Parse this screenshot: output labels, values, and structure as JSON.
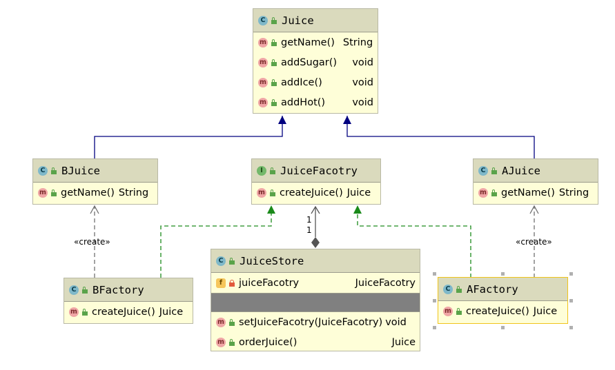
{
  "classes": {
    "juice": {
      "kind_icon": "class-icon",
      "kind_letter": "C",
      "name": "Juice",
      "members": [
        {
          "icon_letter": "m",
          "name": "getName()",
          "type": "String"
        },
        {
          "icon_letter": "m",
          "name": "addSugar()",
          "type": "void"
        },
        {
          "icon_letter": "m",
          "name": "addIce()",
          "type": "void"
        },
        {
          "icon_letter": "m",
          "name": "addHot()",
          "type": "void"
        }
      ]
    },
    "bjuice": {
      "kind_letter": "C",
      "name": "BJuice",
      "members": [
        {
          "icon_letter": "m",
          "name": "getName()",
          "type": "String"
        }
      ]
    },
    "juicefacotry": {
      "kind_letter": "I",
      "name": "JuiceFacotry",
      "members": [
        {
          "icon_letter": "m",
          "name": "createJuice()",
          "type": "Juice"
        }
      ]
    },
    "ajuice": {
      "kind_letter": "C",
      "name": "AJuice",
      "members": [
        {
          "icon_letter": "m",
          "name": "getName()",
          "type": "String"
        }
      ]
    },
    "juicestore": {
      "kind_letter": "C",
      "name": "JuiceStore",
      "fields": [
        {
          "icon_letter": "f",
          "name": "juiceFacotry",
          "type": "JuiceFacotry"
        }
      ],
      "members": [
        {
          "icon_letter": "m",
          "name": "setJuiceFacotry(JuiceFacotry)",
          "type": "void"
        },
        {
          "icon_letter": "m",
          "name": "orderJuice()",
          "type": "Juice"
        }
      ]
    },
    "bfactory": {
      "kind_letter": "C",
      "name": "BFactory",
      "members": [
        {
          "icon_letter": "m",
          "name": "createJuice()",
          "type": "Juice"
        }
      ]
    },
    "afactory": {
      "kind_letter": "C",
      "name": "AFactory",
      "members": [
        {
          "icon_letter": "m",
          "name": "createJuice()",
          "type": "Juice"
        }
      ]
    }
  },
  "relations": {
    "create_left": "«create»",
    "create_right": "«create»",
    "mult_top": "1",
    "mult_bottom": "1"
  },
  "colors": {
    "inheritance": "#00007f",
    "realization": "#1a8a1a",
    "dependency": "#707070",
    "composition": "#555555",
    "selection": "#f0c419"
  }
}
